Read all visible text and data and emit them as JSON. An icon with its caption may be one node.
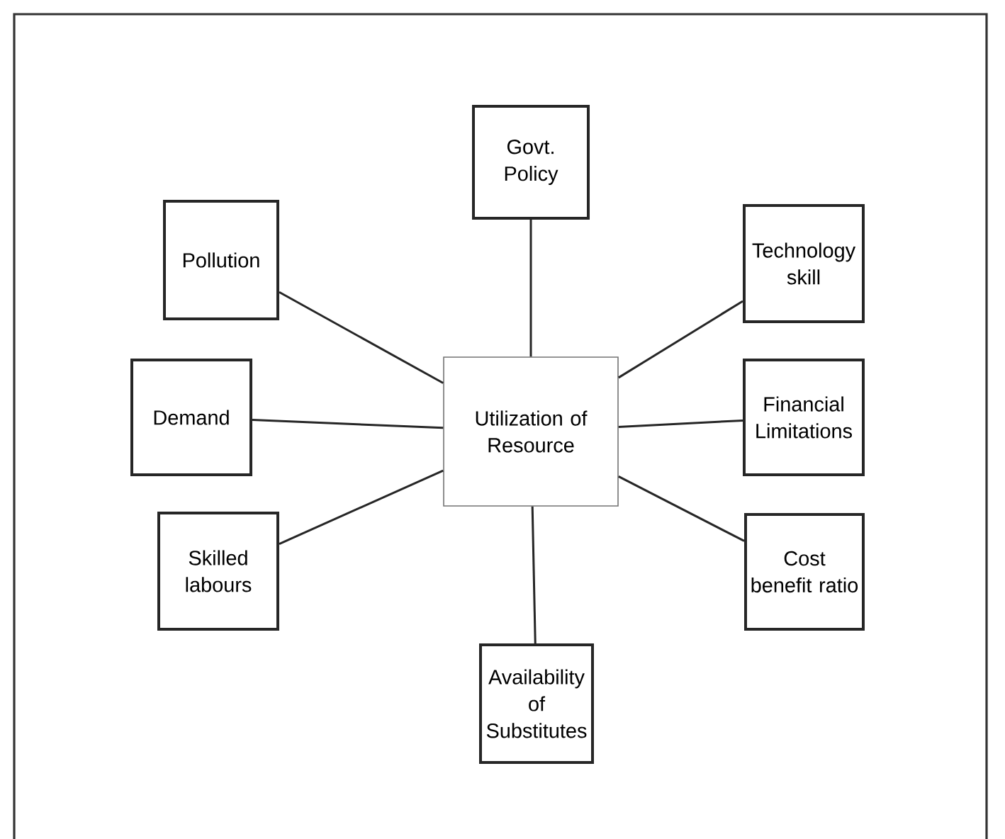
{
  "diagram": {
    "nodes": [
      {
        "text": [
          "Govt. Policy"
        ]
      },
      {
        "text": [
          "Pollution"
        ]
      },
      {
        "text": [
          "Technology skill"
        ]
      },
      {
        "text": [
          "Demand"
        ]
      },
      {
        "text": [
          "Utilization of Resource"
        ]
      },
      {
        "text": [
          "Financial Limitations"
        ]
      },
      {
        "text": [
          "Skilled labours"
        ]
      },
      {
        "text": [
          "Cost benefit ratio"
        ]
      },
      {
        "text": [
          "Availability of Substitutes"
        ]
      }
    ],
    "edges": [
      {
        "from": 4,
        "to": 0,
        "arrow": "none"
      },
      {
        "from": 4,
        "to": 1,
        "arrow": "none"
      },
      {
        "from": 4,
        "to": 2,
        "arrow": "none"
      },
      {
        "from": 4,
        "to": 3,
        "arrow": "none"
      },
      {
        "from": 4,
        "to": 5,
        "arrow": "none"
      },
      {
        "from": 4,
        "to": 6,
        "arrow": "none"
      },
      {
        "from": 4,
        "to": 7,
        "arrow": "none"
      },
      {
        "from": 4,
        "to": 8,
        "arrow": "none"
      }
    ]
  }
}
